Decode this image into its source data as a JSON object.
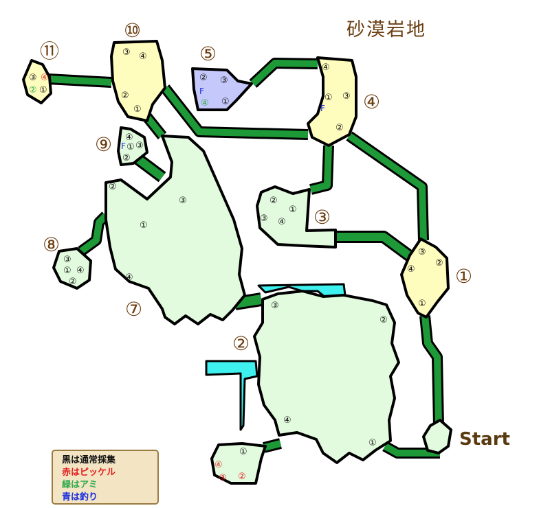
{
  "title": "砂漠岩地",
  "start_label": "Start",
  "zones": [
    {
      "id": "zone-1",
      "label": "①"
    },
    {
      "id": "zone-2",
      "label": "②"
    },
    {
      "id": "zone-3",
      "label": "③"
    },
    {
      "id": "zone-4",
      "label": "④"
    },
    {
      "id": "zone-5",
      "label": "⑤"
    },
    {
      "id": "zone-7",
      "label": "⑦"
    },
    {
      "id": "zone-8",
      "label": "⑧"
    },
    {
      "id": "zone-9",
      "label": "⑨"
    },
    {
      "id": "zone-10",
      "label": "⑩"
    },
    {
      "id": "zone-11",
      "label": "⑪"
    }
  ],
  "points": {
    "z1": [
      "③",
      "②",
      "④",
      "①"
    ],
    "z2": [
      "③",
      "②",
      "④",
      "①"
    ],
    "z2_sub": [
      "①",
      "④",
      "③",
      "②"
    ],
    "z3": [
      "②",
      "①",
      "③",
      "④"
    ],
    "z4": [
      "④",
      "①",
      "③",
      "F",
      "②"
    ],
    "z5": [
      "②",
      "③",
      "F",
      "④",
      "①"
    ],
    "z7": [
      "②",
      "③",
      "①",
      "④"
    ],
    "z8": [
      "③",
      "①",
      "④",
      "②"
    ],
    "z9": [
      "④",
      "F",
      "①",
      "③",
      "②"
    ],
    "z10": [
      "③",
      "④",
      "②",
      "①"
    ],
    "z11": [
      "③",
      "④",
      "②",
      "①"
    ]
  },
  "legend": [
    {
      "text": "黒は通常採集",
      "color": "#111111"
    },
    {
      "text": "赤はピッケル",
      "color": "#e21d1d"
    },
    {
      "text": "緑はアミ",
      "color": "#2ca84a"
    },
    {
      "text": "青は釣り",
      "color": "#1a2fe0"
    }
  ],
  "colors": {
    "path": "#1d9a37",
    "zone_green": "#e2fbde",
    "zone_yellow": "#fffdbe",
    "zone_blue": "#c5c8fa",
    "water": "#3ef0ee",
    "label": "#6b3d10"
  }
}
